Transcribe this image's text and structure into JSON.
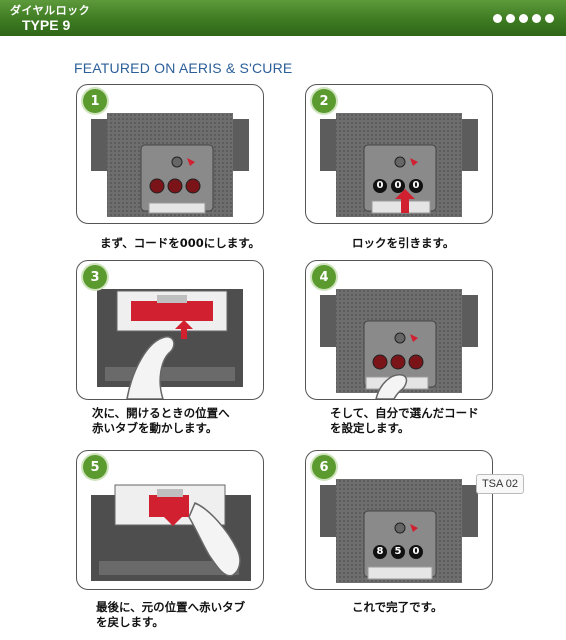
{
  "header": {
    "title_jp": "ダイヤルロック",
    "title_en": "TYPE 9"
  },
  "subtitle": "FEATURED ON AERIS & S'CURE",
  "steps": [
    {
      "number": "1",
      "caption_lines": [
        "まず、コードを000にします。"
      ],
      "dials": [
        "",
        "",
        ""
      ]
    },
    {
      "number": "2",
      "caption_lines": [
        "ロックを引きます。"
      ],
      "dials": [
        "0",
        "0",
        "0"
      ]
    },
    {
      "number": "3",
      "caption_lines": [
        "次に、開けるときの位置へ",
        "赤いタブを動かします。"
      ]
    },
    {
      "number": "4",
      "caption_lines": [
        "そして、自分で選んだコード",
        "を設定します。"
      ],
      "dials": [
        "",
        "",
        ""
      ]
    },
    {
      "number": "5",
      "caption_lines": [
        "最後に、元の位置へ赤いタブ",
        "を戻します。"
      ]
    },
    {
      "number": "6",
      "caption_lines": [
        "これで完了です。"
      ],
      "dials": [
        "8",
        "5",
        "0"
      ]
    }
  ],
  "tsa_label": "TSA 02",
  "colors": {
    "header_green": "#3e7b22",
    "badge_green": "#5a9a2f",
    "subtitle_blue": "#2c5f99",
    "tab_red": "#d1202f"
  }
}
